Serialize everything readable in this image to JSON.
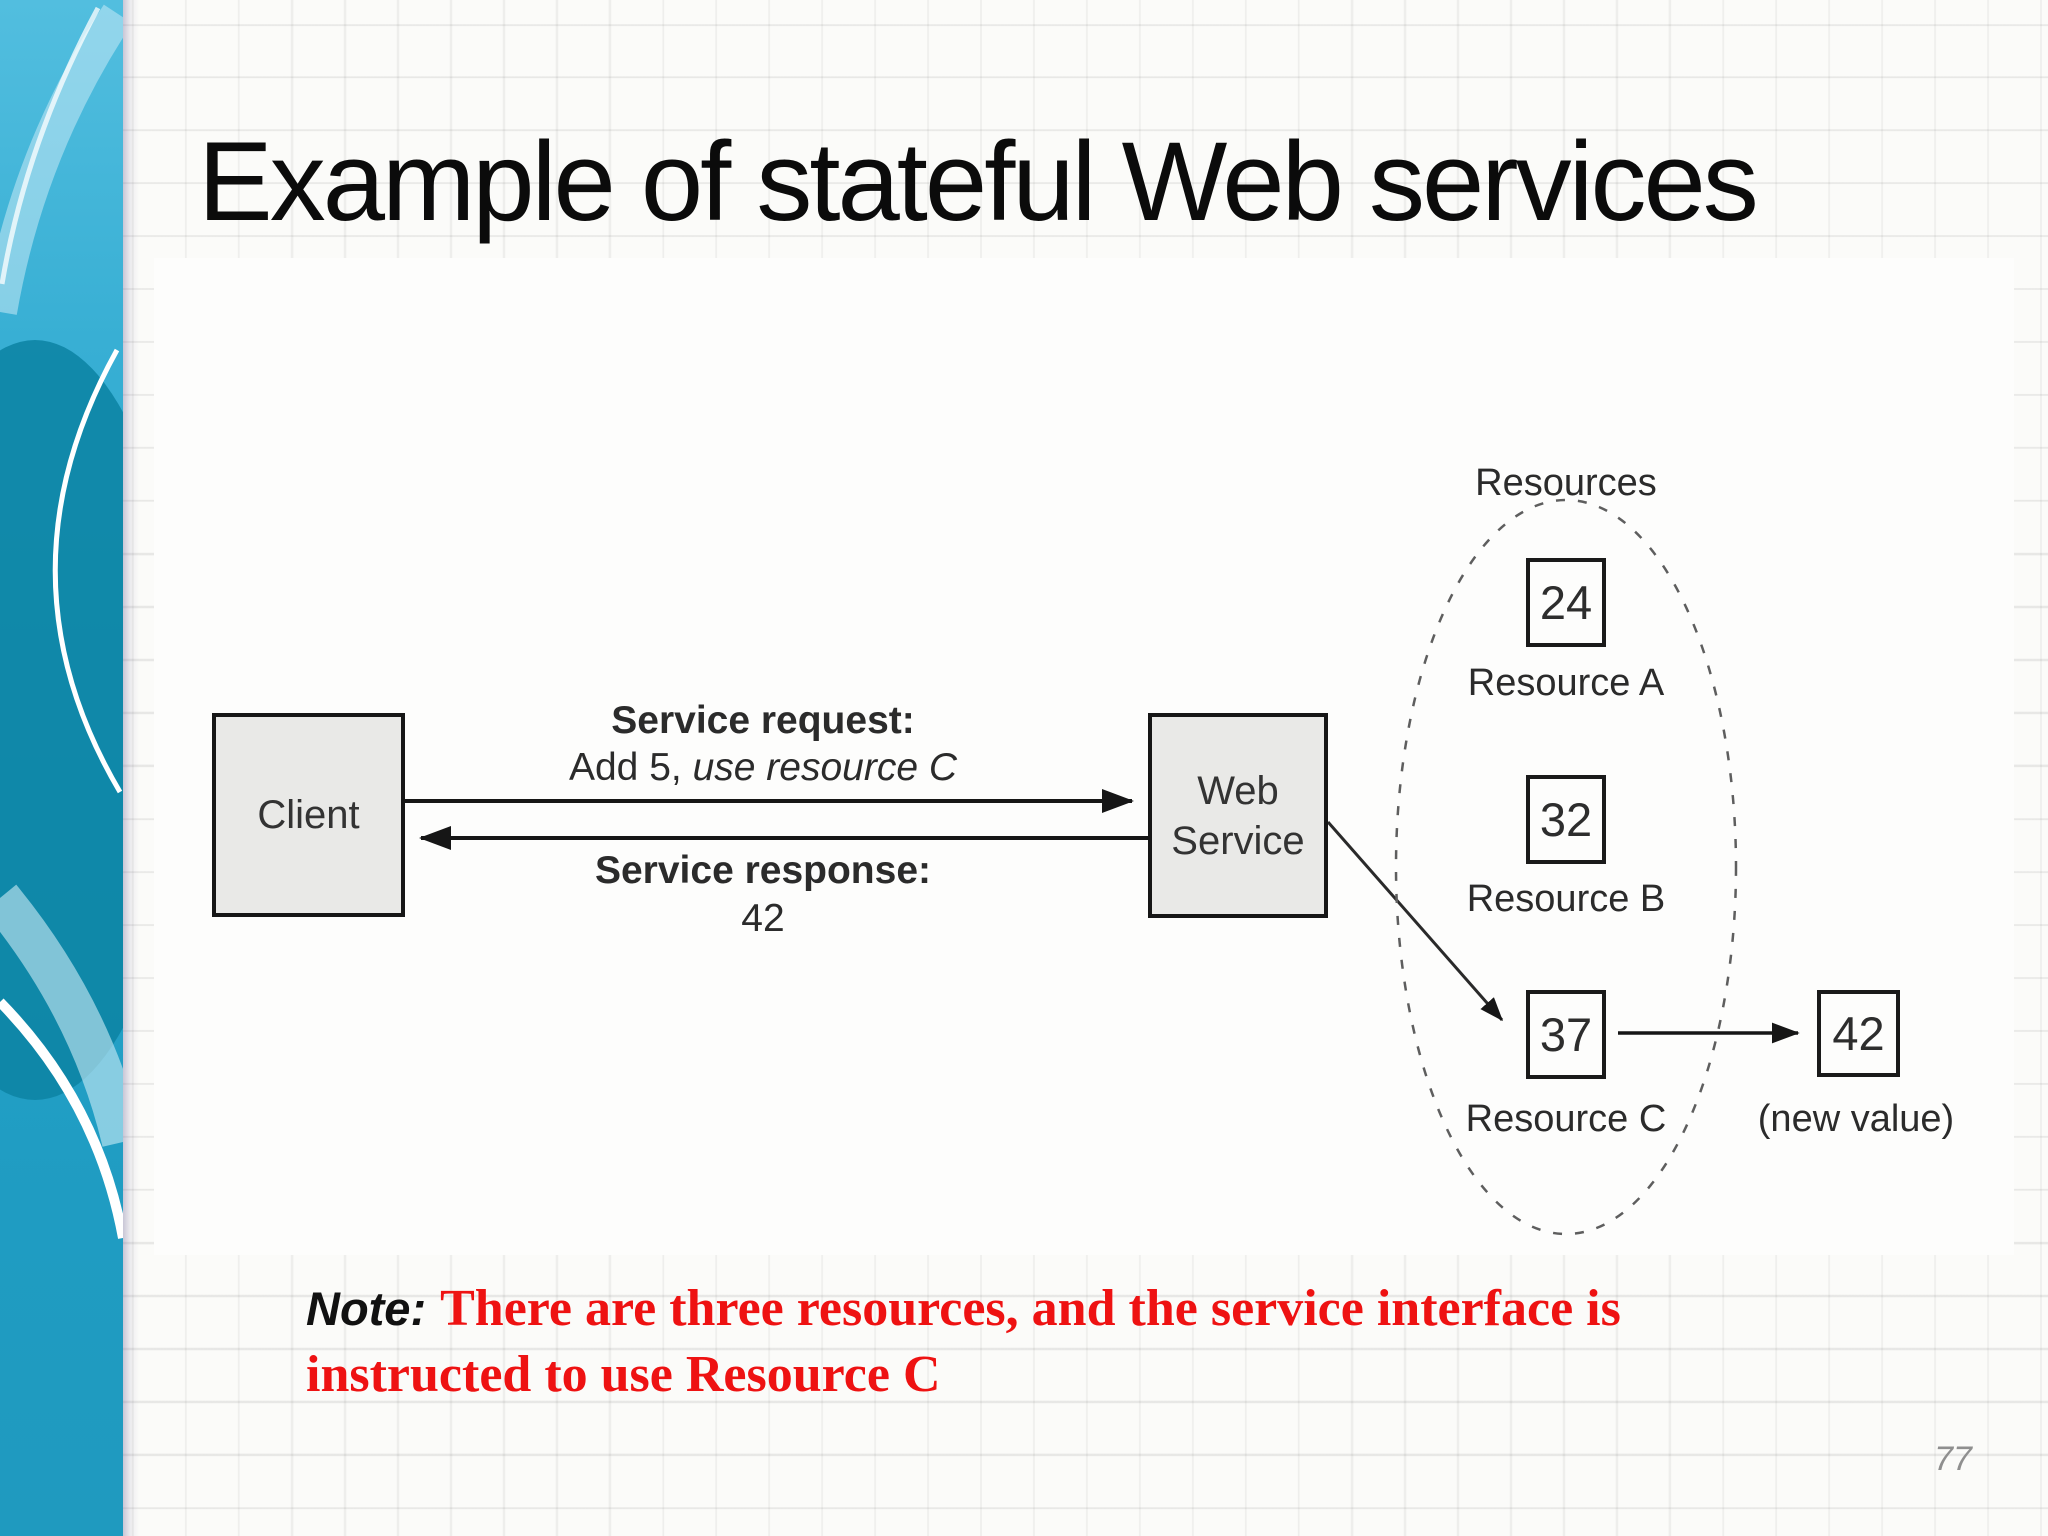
{
  "slide": {
    "title": "Example of stateful Web services",
    "page_number": "77"
  },
  "note": {
    "prefix": "Note:",
    "text": "There are three resources, and the service interface is instructed to use Resource C"
  },
  "diagram": {
    "client_label": "Client",
    "web_service_line1": "Web",
    "web_service_line2": "Service",
    "request_label": "Service request:",
    "request_detail_plain": "Add 5, ",
    "request_detail_italic": "use resource C",
    "response_label": "Service response:",
    "response_value": "42",
    "resources_heading": "Resources",
    "resources": [
      {
        "value": "24",
        "label": "Resource A"
      },
      {
        "value": "32",
        "label": "Resource B"
      },
      {
        "value": "37",
        "label": "Resource C"
      }
    ],
    "new_value": {
      "value": "42",
      "label": "(new value)"
    }
  },
  "colors": {
    "sidebar_teal": "#25a3c9",
    "sidebar_dark_ellipse": "#0d84a4",
    "note_red": "#ee1212",
    "box_fill_gray": "#e9e9e7",
    "grid_line": "#e2e2e0",
    "title_black": "#0b0b0b",
    "page_number_gray": "#8f8f8f"
  }
}
